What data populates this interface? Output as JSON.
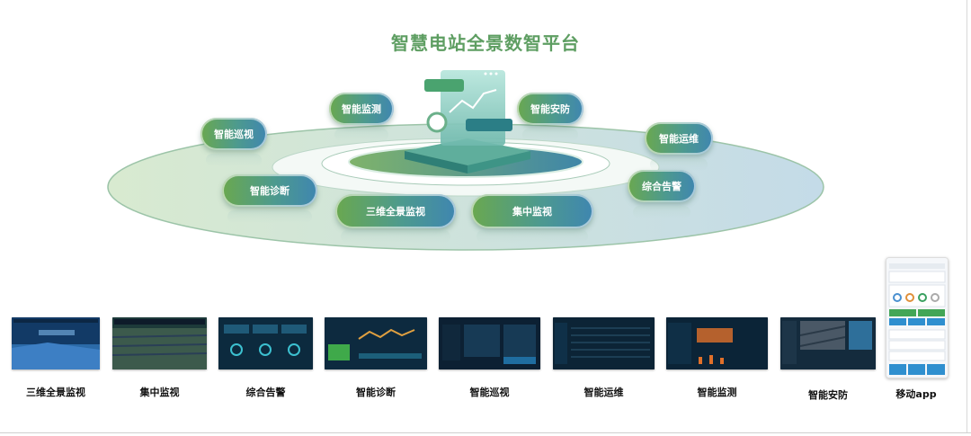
{
  "title": "智慧电站全景数智平台",
  "modules": [
    {
      "label": "智能巡视"
    },
    {
      "label": "智能监测"
    },
    {
      "label": "智能安防"
    },
    {
      "label": "智能运维"
    },
    {
      "label": "智能诊断"
    },
    {
      "label": "综合告警"
    },
    {
      "label": "三维全景监视"
    },
    {
      "label": "集中监视"
    }
  ],
  "screens": [
    {
      "label": "三维全景监视"
    },
    {
      "label": "集中监视"
    },
    {
      "label": "综合告警"
    },
    {
      "label": "智能诊断"
    },
    {
      "label": "智能巡视"
    },
    {
      "label": "智能运维"
    },
    {
      "label": "智能监测"
    },
    {
      "label": "智能安防"
    },
    {
      "label": "移动app"
    }
  ],
  "colors": {
    "title": "#5e9e62",
    "pill_start": "#6aa84f",
    "pill_end": "#3f86b0",
    "screen_bg": "#0b2238"
  }
}
